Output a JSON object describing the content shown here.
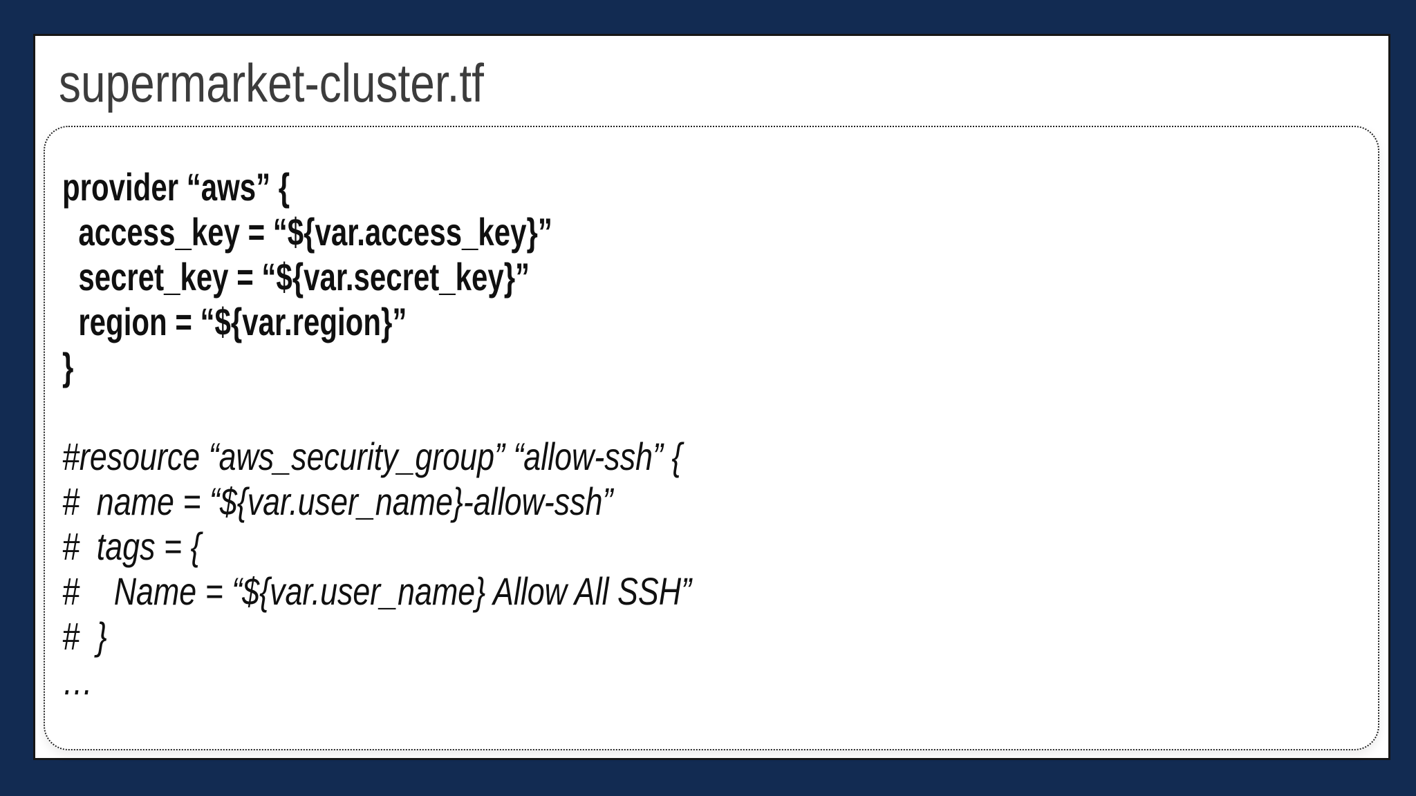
{
  "slide": {
    "title": "supermarket-cluster.tf",
    "background_color": "#122b52",
    "surface_color": "#ffffff",
    "title_color": "#3c3c3c",
    "code_color": "#101010",
    "code_box_border": "dotted-black-rounded"
  },
  "code": {
    "provider_block": [
      "provider “aws” {",
      "  access_key = “${var.access_key}”",
      "  secret_key = “${var.secret_key}”",
      "  region = “${var.region}”",
      "}"
    ],
    "comment_block": [
      "#resource “aws_security_group” “allow-ssh” {",
      "#  name = “${var.user_name}-allow-ssh”",
      "#  tags = {",
      "#    Name = “${var.user_name} Allow All SSH”",
      "#  }",
      "…"
    ]
  }
}
